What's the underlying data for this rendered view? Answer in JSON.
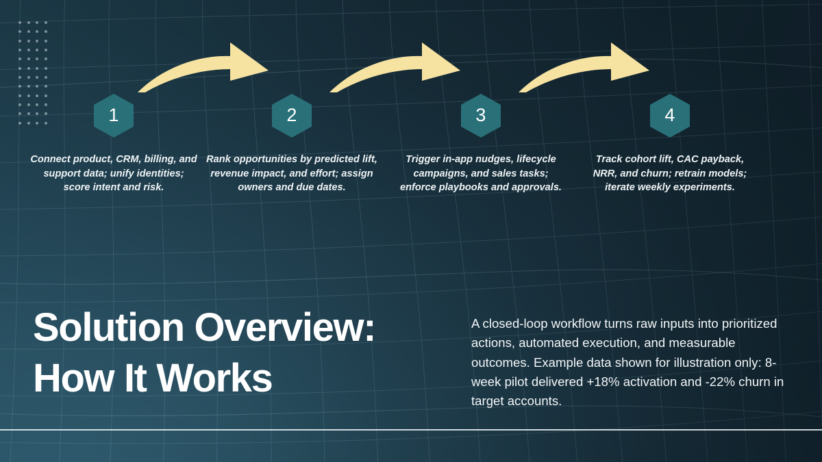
{
  "slide": {
    "title": "Solution Overview:\nHow It Works",
    "body": "A closed-loop workflow turns raw inputs into prioritized actions, automated execution, and measurable outcomes. Example data shown for illustration only: 8-week pilot delivered +18% activation and -22% churn in target accounts."
  },
  "steps": [
    {
      "number": "1",
      "description": "Connect product, CRM, billing, and support data; unify identities; score intent and risk."
    },
    {
      "number": "2",
      "description": "Rank opportunities by predicted lift, revenue impact, and effort; assign owners and due dates."
    },
    {
      "number": "3",
      "description": "Trigger in-app nudges, lifecycle campaigns, and sales tasks; enforce playbooks and approvals."
    },
    {
      "number": "4",
      "description": "Track cohort lift, CAC payback, NRR, and churn; retrain models; iterate weekly experiments."
    }
  ],
  "decor": {
    "dot_grid_columns": 4,
    "dot_grid_rows": 12,
    "arrow_count": 3
  },
  "colors": {
    "background_dark": "#11222c",
    "background_light": "#2f5a6e",
    "hexagon_fill": "#2a7079",
    "arrow_fill": "#f7e3a1",
    "text_primary": "#ffffff",
    "rule_line": "#e7eff2",
    "dot_color": "#b8c6cc"
  }
}
